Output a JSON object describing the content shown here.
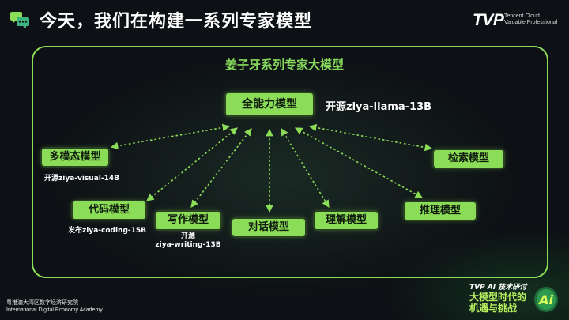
{
  "header": {
    "title": "今天，我们在构建一系列专家模型",
    "brand_logo": "TVP",
    "brand_tagline_1": "Tencent Cloud",
    "brand_tagline_2": "Valuable Professional",
    "icons": [
      "chat-bubbles-icon"
    ]
  },
  "diagram": {
    "subtitle": "姜子牙系列专家大模型",
    "center": {
      "label": "全能力模型",
      "caption": "开源ziya-llama-13B"
    },
    "experts": [
      {
        "label": "多模态模型",
        "caption": "开源ziya-visual-14B"
      },
      {
        "label": "代码模型",
        "caption": "发布ziya-coding-15B"
      },
      {
        "label": "写作模型",
        "caption_1": "开源",
        "caption_2": "ziya-writing-13B"
      },
      {
        "label": "对话模型"
      },
      {
        "label": "理解模型"
      },
      {
        "label": "推理模型"
      },
      {
        "label": "检索模型"
      }
    ],
    "colors": {
      "accent": "#8bdc57",
      "background": "#0d1014"
    }
  },
  "footer": {
    "org_cn": "粤港澳大湾区数字经济研究院",
    "org_en": "International Digital Economy Academy",
    "event_tag": "TVP AI 技术研讨",
    "event_title_1": "大模型时代的",
    "event_title_2": "机遇与挑战",
    "event_logo": "Ai"
  }
}
